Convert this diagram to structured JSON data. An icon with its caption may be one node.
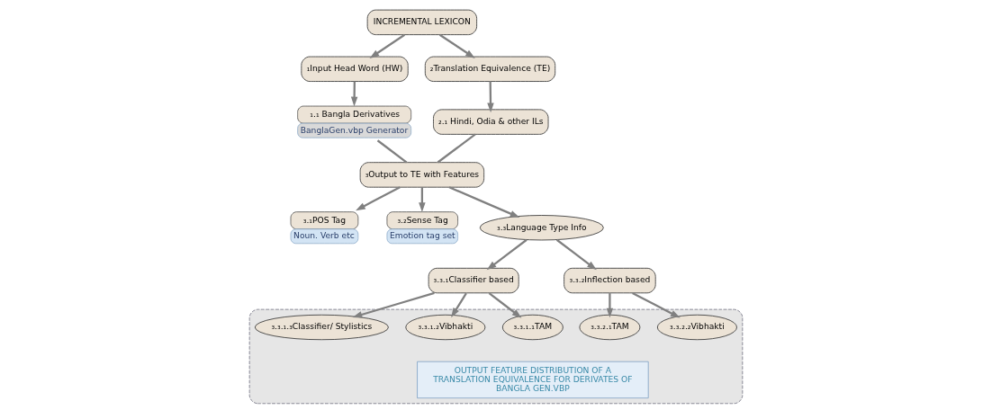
{
  "diagram": {
    "nodes": [
      {
        "text": [
          "INCREMENTAL LEXICON"
        ]
      },
      {
        "text": [
          "₁Input Head Word (HW)"
        ]
      },
      {
        "text": [
          "₂Translation Equivalence (TE)"
        ]
      },
      {
        "text": [
          "₁.₁ Bangla Derivatives",
          "BanglaGen.vbp Generator"
        ]
      },
      {
        "text": [
          "₂.₁ Hindi, Odia & other ILs"
        ]
      },
      {
        "text": [
          "₃Output to TE with Features"
        ]
      },
      {
        "text": [
          "₃.₁POS Tag",
          "Noun. Verb etc"
        ]
      },
      {
        "text": [
          "₃.₂Sense Tag",
          "Emotion tag set"
        ]
      },
      {
        "text": [
          "₃.₃Language Type Info"
        ]
      },
      {
        "text": [
          "₃.₃.₁Classifier based"
        ]
      },
      {
        "text": [
          "₃.₃.₂Inflection based"
        ]
      },
      {
        "text": [],
        "shape": "box"
      },
      {
        "text": [
          "₃.₃.₁.₁TAM"
        ],
        "in": 11
      },
      {
        "text": [
          "₃.₃.₁.₂Vibhakti"
        ],
        "in": 11
      },
      {
        "text": [
          "₃.₃.₁.₃Classifier/ Stylistics"
        ],
        "in": 11
      },
      {
        "text": [
          "₃.₃.₂.₁TAM"
        ],
        "in": 11
      },
      {
        "text": [
          "₃.₃.₂.₂Vibhakti"
        ],
        "in": 11
      },
      {
        "text": [
          "OUTPUT FEATURE DISTRIBUTION OF A TRANSLATION EQUIVALENCE FOR DERIVATES OF BANGLA GEN.VBP"
        ],
        "in": 11
      }
    ],
    "edges": [
      {
        "from": 0,
        "to": 1,
        "arrow": "to"
      },
      {
        "from": 0,
        "to": 2,
        "arrow": "to"
      },
      {
        "from": 1,
        "to": 3,
        "arrow": "to"
      },
      {
        "from": 2,
        "to": 4,
        "arrow": "to"
      },
      {
        "from": 3,
        "to": 5,
        "arrow": "none"
      },
      {
        "from": 4,
        "to": 5,
        "arrow": "none"
      },
      {
        "from": 5,
        "to": 6,
        "arrow": "to"
      },
      {
        "from": 5,
        "to": 7,
        "arrow": "to"
      },
      {
        "from": 5,
        "to": 8,
        "arrow": "to"
      },
      {
        "from": 8,
        "to": 9,
        "arrow": "to"
      },
      {
        "from": 8,
        "to": 10,
        "arrow": "to"
      },
      {
        "from": 9,
        "to": 12,
        "arrow": "to"
      },
      {
        "from": 9,
        "to": 13,
        "arrow": "to"
      },
      {
        "from": 9,
        "to": 14,
        "arrow": "to"
      },
      {
        "from": 10,
        "to": 15,
        "arrow": "to"
      },
      {
        "from": 10,
        "to": 16,
        "arrow": "to"
      }
    ]
  }
}
